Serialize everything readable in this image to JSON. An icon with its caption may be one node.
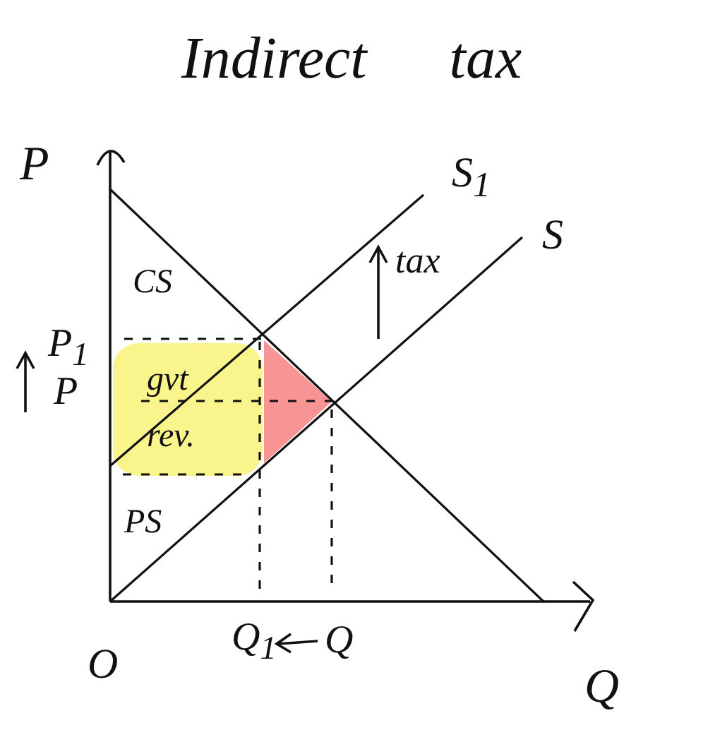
{
  "diagram": {
    "title": "Indirect tax",
    "nodes": [
      {
        "text": [
          "gvt rev."
        ]
      },
      {
        "text": [],
        "shape": "triangle"
      }
    ],
    "labels": [
      "P",
      "S$_{1}$",
      "S",
      "tax",
      "CS",
      "P$_{1}$",
      "P",
      "PS",
      "Q$_{1}$",
      "Q",
      "O",
      "Q"
    ]
  }
}
